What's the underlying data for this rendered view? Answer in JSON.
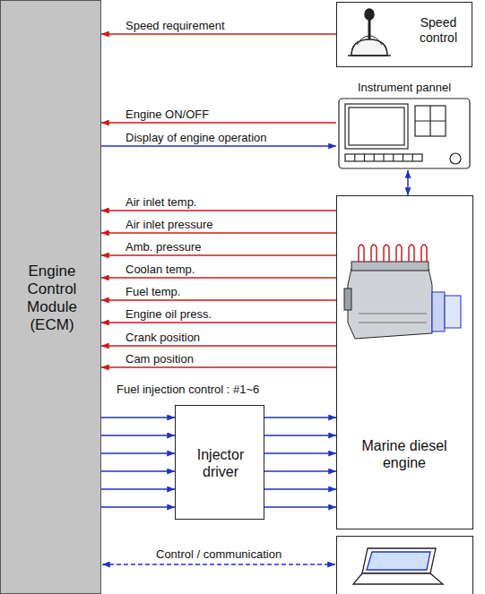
{
  "diagram": {
    "nodes": [
      {
        "text": [
          "Engine Control Module (ECM)"
        ]
      },
      {
        "text": [
          "Speed control"
        ]
      },
      {
        "text": [
          "Instrument pannel"
        ]
      },
      {
        "text": [
          "Marine diesel engine"
        ]
      },
      {
        "text": [
          "Injector driver"
        ]
      }
    ],
    "edges": [
      {
        "from": 1,
        "to": 0,
        "arrow": "to",
        "label": "Speed requirement"
      },
      {
        "from": 2,
        "to": 0,
        "arrow": "to",
        "label": "Engine ON/OFF"
      },
      {
        "from": 0,
        "to": 2,
        "arrow": "to",
        "label": "Display of engine operation"
      },
      {
        "from": 2,
        "to": 3,
        "arrow": "both"
      },
      {
        "from": 3,
        "to": 0,
        "arrow": "to",
        "label": "Air inlet temp."
      },
      {
        "from": 3,
        "to": 0,
        "arrow": "to",
        "label": "Air inlet pressure"
      },
      {
        "from": 3,
        "to": 0,
        "arrow": "to",
        "label": "Amb. pressure"
      },
      {
        "from": 3,
        "to": 0,
        "arrow": "to",
        "label": "Coolan temp."
      },
      {
        "from": 3,
        "to": 0,
        "arrow": "to",
        "label": "Fuel temp."
      },
      {
        "from": 3,
        "to": 0,
        "arrow": "to",
        "label": "Engine oil press."
      },
      {
        "from": 3,
        "to": 0,
        "arrow": "to",
        "label": "Crank position"
      },
      {
        "from": 3,
        "to": 0,
        "arrow": "to",
        "label": "Cam position"
      },
      {
        "from": 0,
        "to": 4,
        "arrow": "to"
      },
      {
        "from": 0,
        "to": 4,
        "arrow": "to"
      },
      {
        "from": 0,
        "to": 4,
        "arrow": "to"
      },
      {
        "from": 0,
        "to": 4,
        "arrow": "to"
      },
      {
        "from": 0,
        "to": 4,
        "arrow": "to"
      },
      {
        "from": 0,
        "to": 4,
        "arrow": "to"
      },
      {
        "from": 4,
        "to": 3,
        "arrow": "to"
      },
      {
        "from": 4,
        "to": 3,
        "arrow": "to"
      },
      {
        "from": 4,
        "to": 3,
        "arrow": "to"
      },
      {
        "from": 4,
        "to": 3,
        "arrow": "to"
      },
      {
        "from": 4,
        "to": 3,
        "arrow": "to"
      },
      {
        "from": 4,
        "to": 3,
        "arrow": "to"
      }
    ],
    "labels": [
      "Fuel injection control : #1~6",
      "Control / communication"
    ]
  }
}
